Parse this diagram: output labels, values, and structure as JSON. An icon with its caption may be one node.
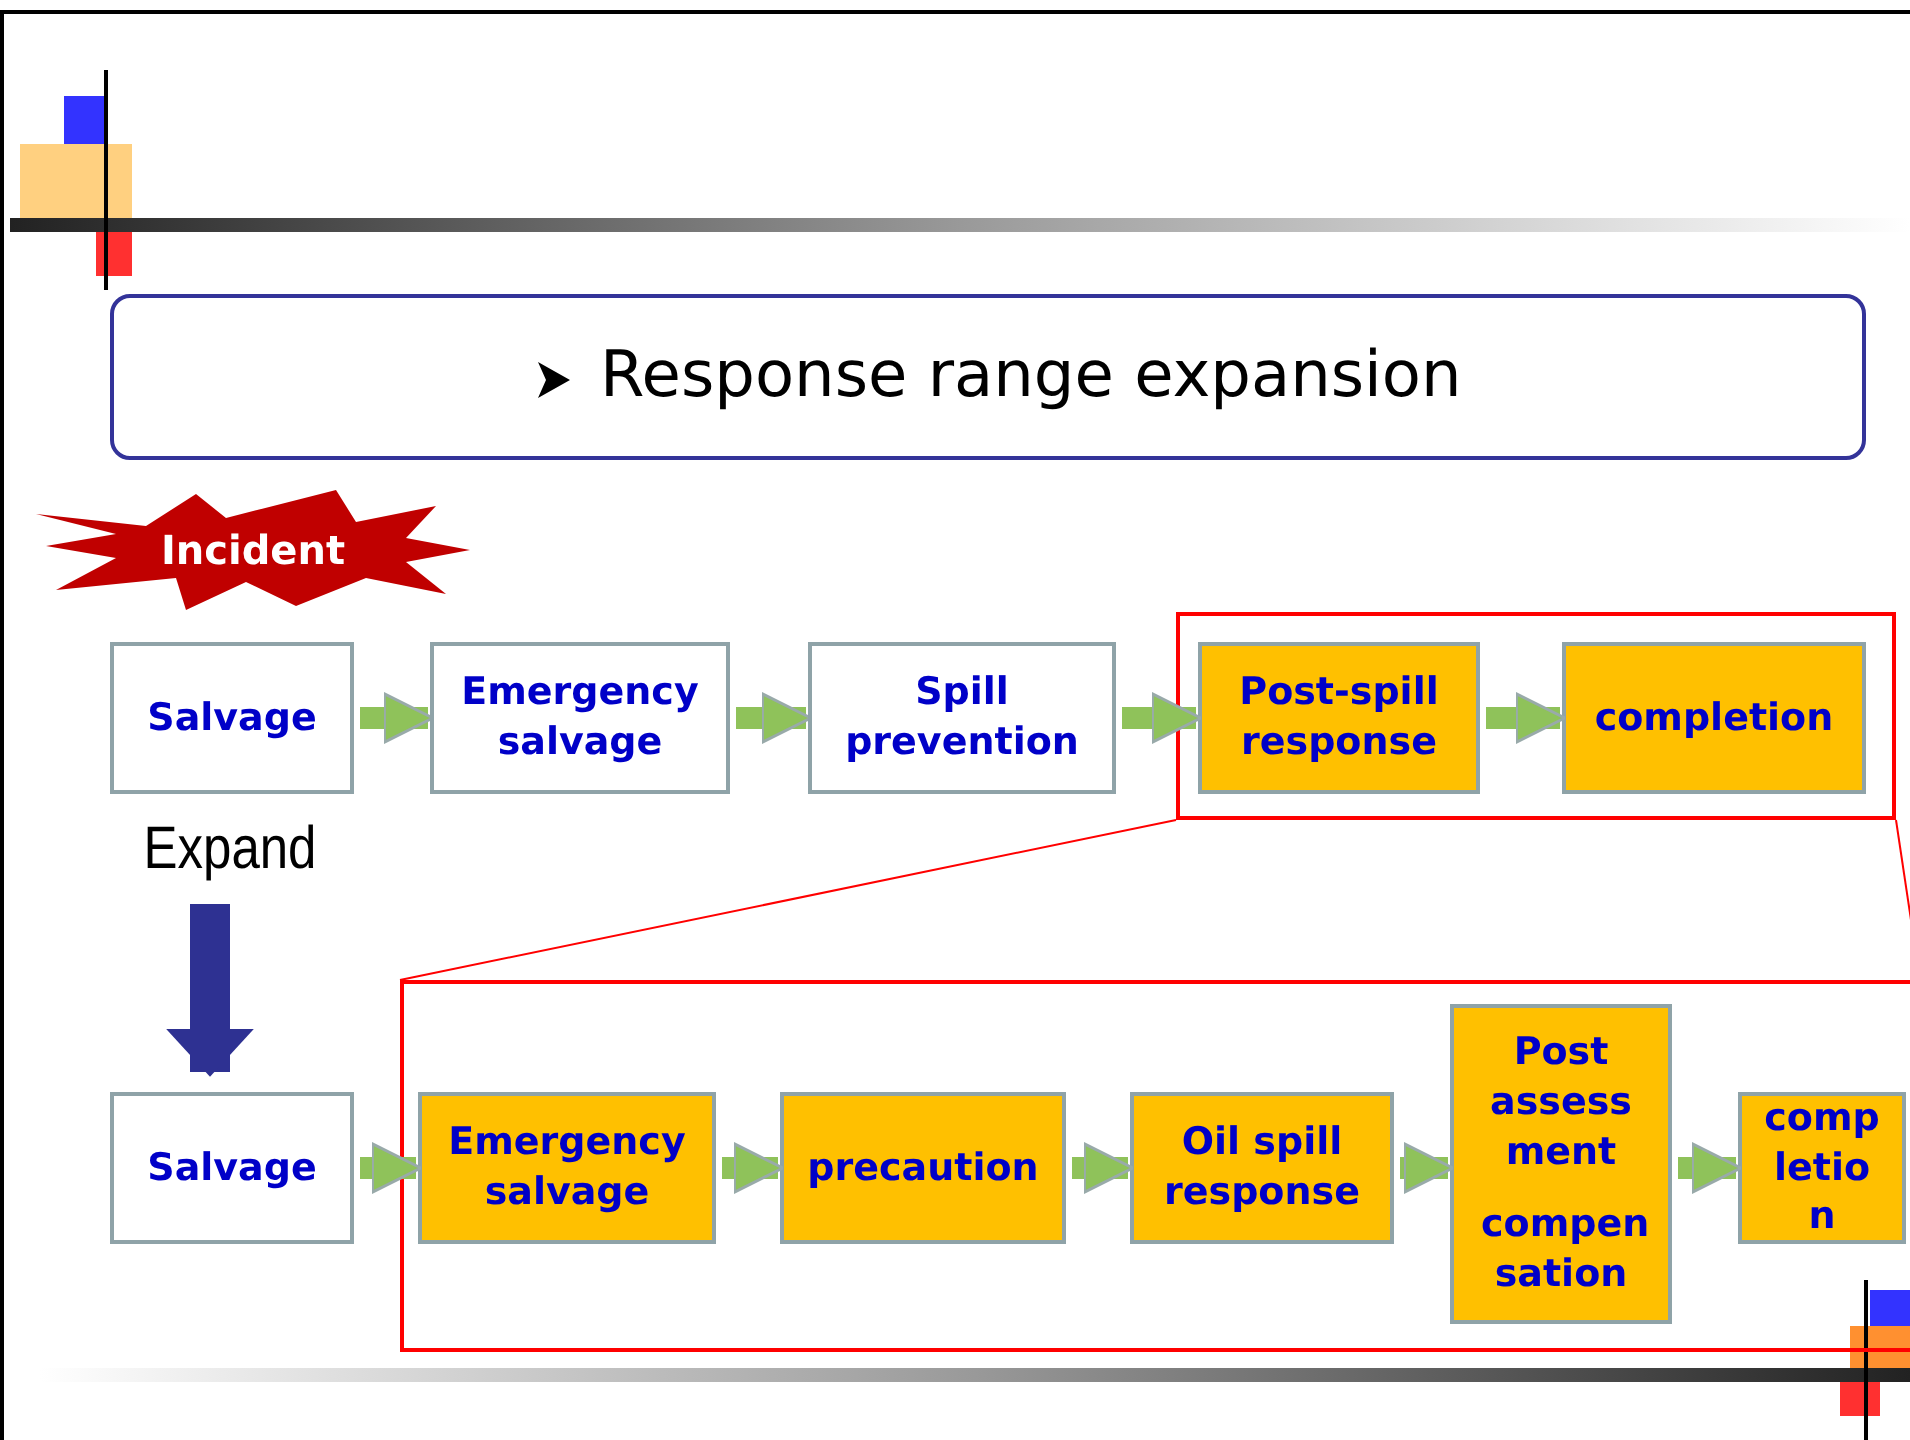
{
  "diagram": {
    "title": "Response range expansion",
    "nodes": [
      {
        "text": [
          "Incident"
        ]
      },
      {
        "text": [
          "Salvage"
        ]
      },
      {
        "text": [
          "Emergency salvage"
        ]
      },
      {
        "text": [
          "Spill prevention"
        ]
      },
      {
        "text": [],
        "shape": "box"
      },
      {
        "text": [
          "Post-spill response"
        ],
        "in": 4
      },
      {
        "text": [
          "completion"
        ],
        "in": 4
      },
      {
        "text": [
          "Expand"
        ]
      },
      {
        "text": [
          "Salvage"
        ]
      },
      {
        "text": [],
        "shape": "box"
      },
      {
        "text": [
          "Emergency salvage"
        ],
        "in": 9
      },
      {
        "text": [
          "precaution"
        ],
        "in": 9
      },
      {
        "text": [
          "Oil spill response"
        ],
        "in": 9
      },
      {
        "text": [
          "Post assess ment",
          "compen sation"
        ],
        "in": 9
      },
      {
        "text": [
          "comp letio n"
        ],
        "in": 9
      }
    ],
    "edges": [
      {
        "from": 1,
        "to": 2,
        "arrow": "to"
      },
      {
        "from": 2,
        "to": 3,
        "arrow": "to"
      },
      {
        "from": 3,
        "to": 5,
        "arrow": "to"
      },
      {
        "from": 5,
        "to": 6,
        "arrow": "to"
      },
      {
        "from": 7,
        "to": 8,
        "arrow": "to",
        "style": "thick",
        "color": "#2e3192"
      },
      {
        "from": 4,
        "to": 9,
        "arrow": "none",
        "color": "#ff0000"
      },
      {
        "from": 4,
        "to": 9,
        "arrow": "none",
        "color": "#ff0000"
      },
      {
        "from": 8,
        "to": 10,
        "arrow": "to"
      },
      {
        "from": 10,
        "to": 11,
        "arrow": "to"
      },
      {
        "from": 11,
        "to": 12,
        "arrow": "to"
      },
      {
        "from": 12,
        "to": 13,
        "arrow": "to"
      },
      {
        "from": 13,
        "to": 14,
        "arrow": "to"
      }
    ]
  }
}
